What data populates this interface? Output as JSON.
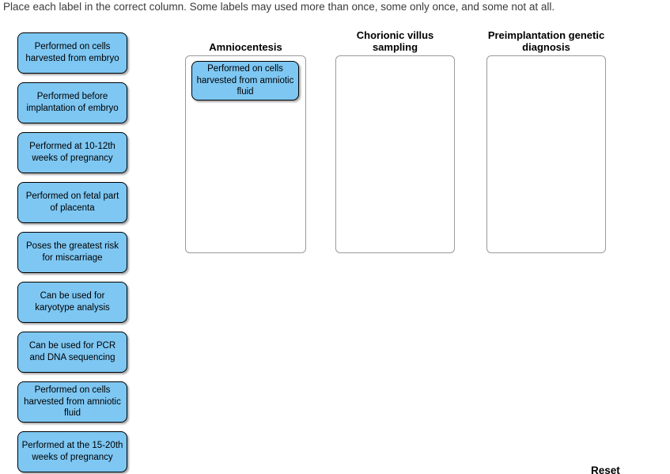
{
  "instruction": "Place each label in the correct column.  Some labels may used more than once, some only once, and some not at all.",
  "colors": {
    "chip_background": "#7ec7f3",
    "chip_border": "#000000",
    "dropzone_border": "#9a9a9a"
  },
  "bank": {
    "labels": [
      "Performed on cells harvested from embryo",
      "Performed before implantation of embryo",
      "Performed at 10-12th weeks of pregnancy",
      "Performed on fetal part of placenta",
      "Poses the greatest risk for miscarriage",
      "Can be used for karyotype analysis",
      "Can be used for PCR and DNA sequencing",
      "Performed on cells harvested from amniotic fluid",
      "Performed at the 15-20th weeks of pregnancy"
    ]
  },
  "columns": [
    {
      "header": "Amniocentesis",
      "placed": [
        "Performed on cells harvested from amniotic fluid"
      ]
    },
    {
      "header": "Chorionic villus sampling",
      "placed": []
    },
    {
      "header": "Preimplantation genetic diagnosis",
      "placed": []
    }
  ],
  "reset_label": "Reset"
}
